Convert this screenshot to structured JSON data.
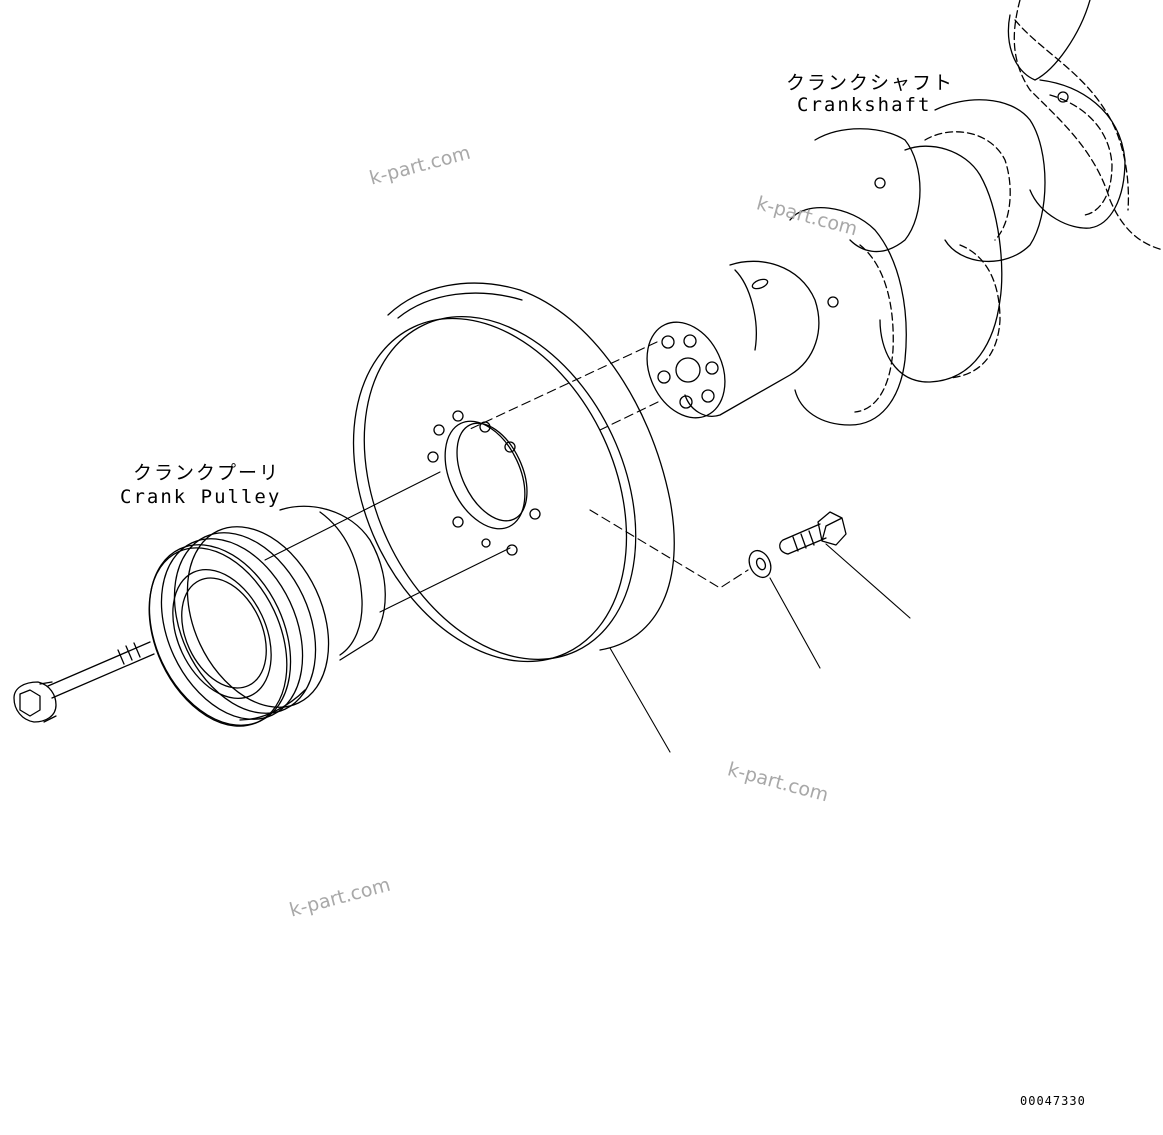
{
  "labels": {
    "crankshaft_ja": "クランクシャフト",
    "crankshaft_en": "Crankshaft",
    "crank_pulley_ja": "クランクプーリ",
    "crank_pulley_en": "Crank Pulley"
  },
  "watermark_text": "k-part.com",
  "drawing_code": "00047330",
  "colors": {
    "line": "#000000",
    "watermark": "#a8a8a8",
    "background": "#ffffff"
  }
}
